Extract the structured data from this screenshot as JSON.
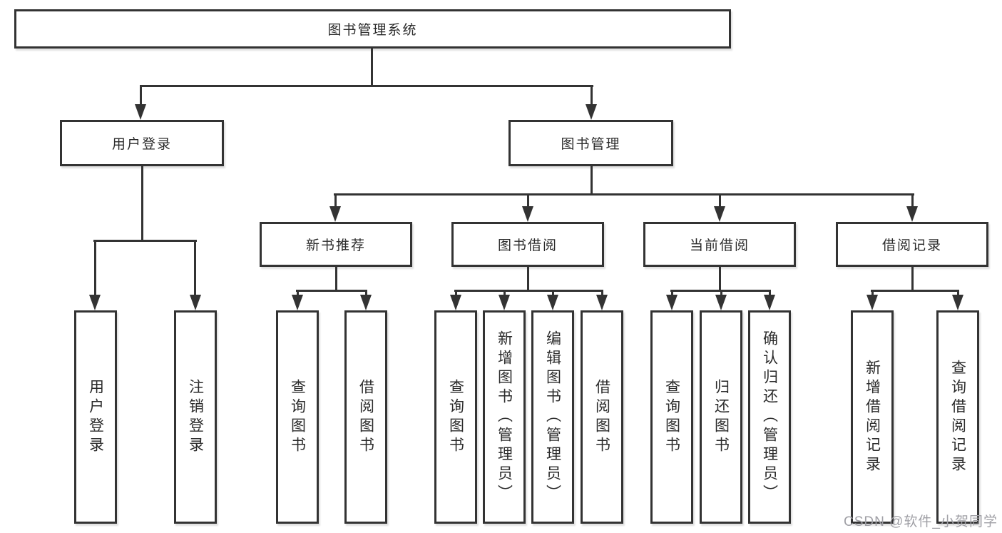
{
  "tree": {
    "root": {
      "label": "图书管理系统"
    },
    "branches": [
      {
        "label": "用户登录",
        "children": [
          {
            "label": "用户登录"
          },
          {
            "label": "注销登录"
          }
        ]
      },
      {
        "label": "图书管理",
        "children": [
          {
            "label": "新书推荐",
            "children": [
              {
                "label": "查询图书"
              },
              {
                "label": "借阅图书"
              }
            ]
          },
          {
            "label": "图书借阅",
            "children": [
              {
                "label": "查询图书"
              },
              {
                "label": "新增图书（管理员）"
              },
              {
                "label": "编辑图书（管理员）"
              },
              {
                "label": "借阅图书"
              }
            ]
          },
          {
            "label": "当前借阅",
            "children": [
              {
                "label": "查询图书"
              },
              {
                "label": "归还图书"
              },
              {
                "label": "确认归还（管理员）"
              }
            ]
          },
          {
            "label": "借阅记录",
            "children": [
              {
                "label": "新增借阅记录"
              },
              {
                "label": "查询借阅记录"
              }
            ]
          }
        ]
      }
    ]
  },
  "watermark": {
    "text": "CSDN @软件_小贺同学"
  },
  "colors": {
    "line": "#333333",
    "text": "#2b2b2b",
    "background": "#ffffff",
    "watermark": "#a0a0a6"
  }
}
